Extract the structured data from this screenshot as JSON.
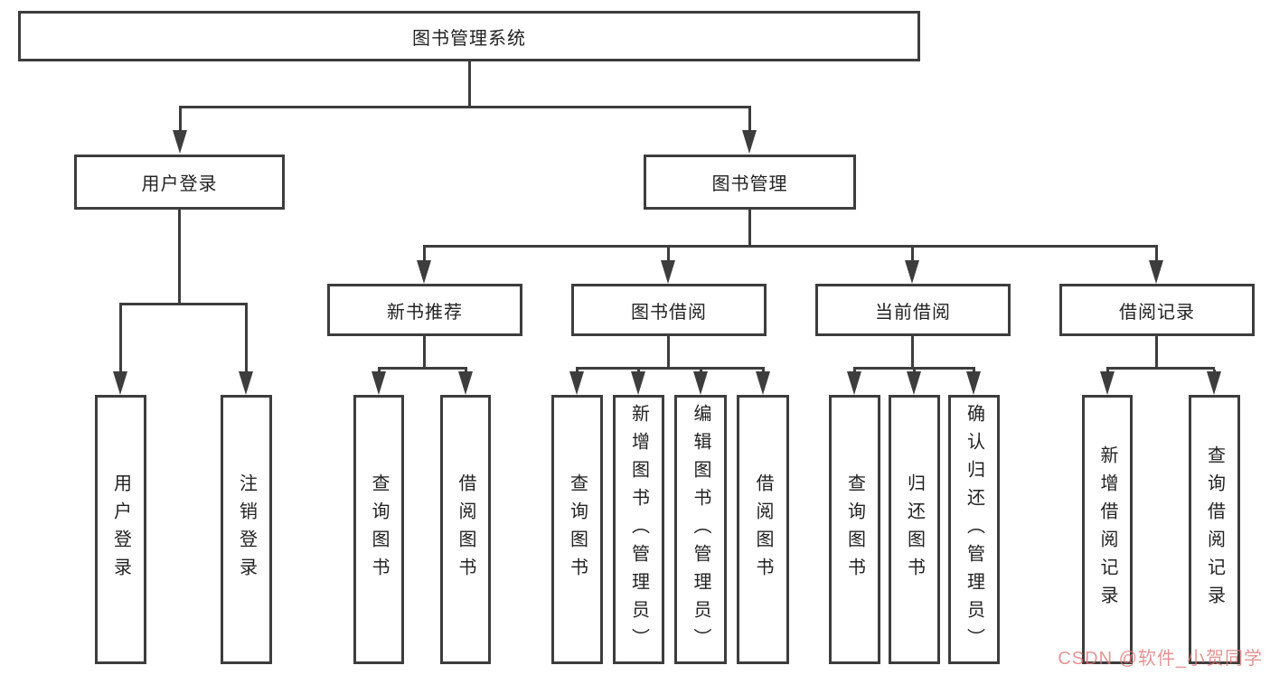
{
  "tree": {
    "label": "图书管理系统",
    "children": [
      {
        "label": "用户登录",
        "children": [
          {
            "label": "用户登录"
          },
          {
            "label": "注销登录"
          }
        ]
      },
      {
        "label": "图书管理",
        "children": [
          {
            "label": "新书推荐",
            "children": [
              {
                "label": "查询图书"
              },
              {
                "label": "借阅图书"
              }
            ]
          },
          {
            "label": "图书借阅",
            "children": [
              {
                "label": "查询图书"
              },
              {
                "label": "新增图书（管理员）"
              },
              {
                "label": "编辑图书（管理员）"
              },
              {
                "label": "借阅图书"
              }
            ]
          },
          {
            "label": "当前借阅",
            "children": [
              {
                "label": "查询图书"
              },
              {
                "label": "归还图书"
              },
              {
                "label": "确认归还（管理员）"
              }
            ]
          },
          {
            "label": "借阅记录",
            "children": [
              {
                "label": "新增借阅记录"
              },
              {
                "label": "查询借阅记录"
              }
            ]
          }
        ]
      }
    ]
  },
  "watermark": {
    "text": "CSDN @软件_小贺同学"
  },
  "colors": {
    "line": "#3d3d3d",
    "watermark": "#dc7676"
  }
}
